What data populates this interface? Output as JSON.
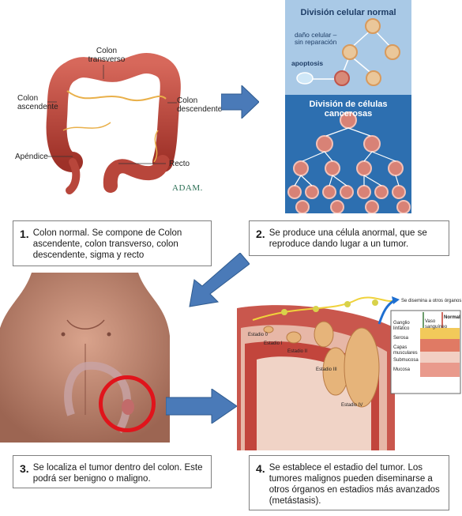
{
  "panel1": {
    "labels": {
      "transverse": "Colon transverso",
      "ascending": "Colon ascendente",
      "descending": "Colon descendente",
      "appendix": "Apéndice",
      "rectum": "Recto"
    },
    "logo": "ADAM."
  },
  "panel2": {
    "title_normal": "División celular normal",
    "damage": "daño celular – sin reparación",
    "apoptosis": "apoptosis",
    "title_cancer": "División de células cancerosas"
  },
  "panel4": {
    "spread": "Se disemina a otros órganos",
    "normal": "Normal",
    "lymph": "Ganglio linfático",
    "vessel": "Vaso sanguíneo",
    "serosa": "Serosa",
    "muscle": "Capas musculares",
    "submucosa": "Submucosa",
    "mucosa": "Mucosa",
    "stage0": "Estadio 0",
    "stage1": "Estadio I",
    "stage2": "Estadio II",
    "stage3": "Estadio III",
    "stage4": "Estadio IV"
  },
  "steps": [
    {
      "num": "1.",
      "text": "Colon normal. Se compone de Colon ascendente, colon transverso, colon descendente, sigma y recto"
    },
    {
      "num": "2.",
      "text": "Se produce una célula anormal, que se reproduce dando lugar a un tumor."
    },
    {
      "num": "3.",
      "text": "Se localiza el tumor dentro del colon. Este podrá ser benigno o maligno."
    },
    {
      "num": "4.",
      "text": "Se establece el estadio del tumor. Los tumores malignos pueden diseminarse a otros órganos en estadios más avanzados (metástasis)."
    }
  ],
  "colors": {
    "arrow": "#4a7ab8",
    "tumor_circle": "#e0141b",
    "colon": "#c0453a"
  }
}
